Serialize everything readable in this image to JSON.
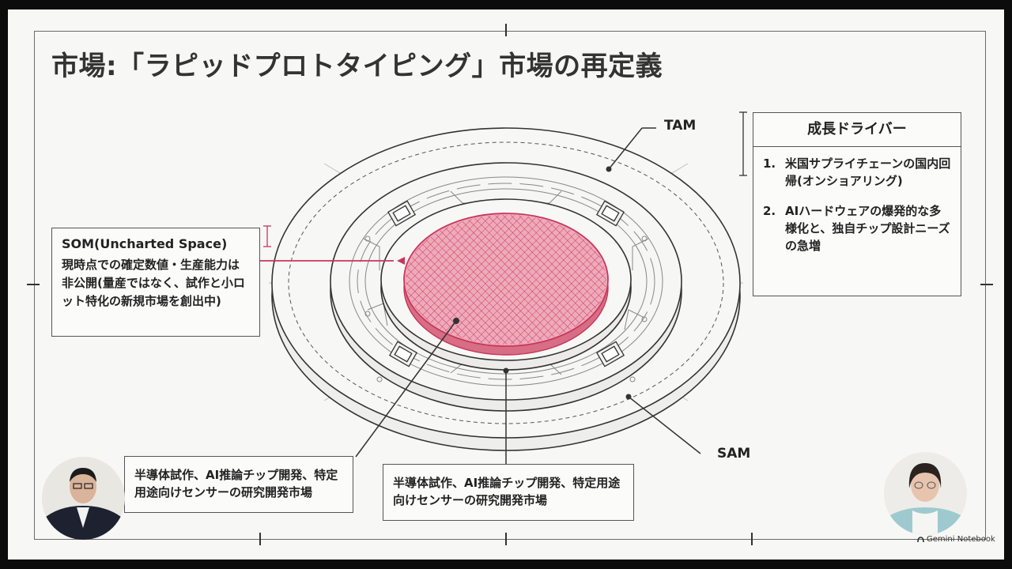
{
  "slide": {
    "title": "市場:「ラピッドプロトタイピング」市場の再定義"
  },
  "labels": {
    "tam": "TAM",
    "sam": "SAM"
  },
  "drivers": {
    "heading": "成長ドライバー",
    "items": [
      {
        "num": "1.",
        "text": "米国サプライチェーンの国内回帰(オンショアリング)"
      },
      {
        "num": "2.",
        "text": "AIハードウェアの爆発的な多様化と、独自チップ設計ニーズの急増"
      }
    ]
  },
  "som": {
    "title": "SOM(Uncharted Space)",
    "body": "現時点での確定数値・生産能力は非公開(量産ではなく、試作と小ロット特化の新規市場を創出中)"
  },
  "captions": {
    "left": "半導体試作、AI推論チップ開発、特定用途向けセンサーの研究開発市場",
    "center": "半導体試作、AI推論チップ開発、特定用途向けセンサーの研究開発市場"
  },
  "brand": {
    "name": "Gemini Notebook"
  },
  "colors": {
    "accent": "#c8375b",
    "accent_fill": "#e49aab",
    "line": "#333333"
  }
}
